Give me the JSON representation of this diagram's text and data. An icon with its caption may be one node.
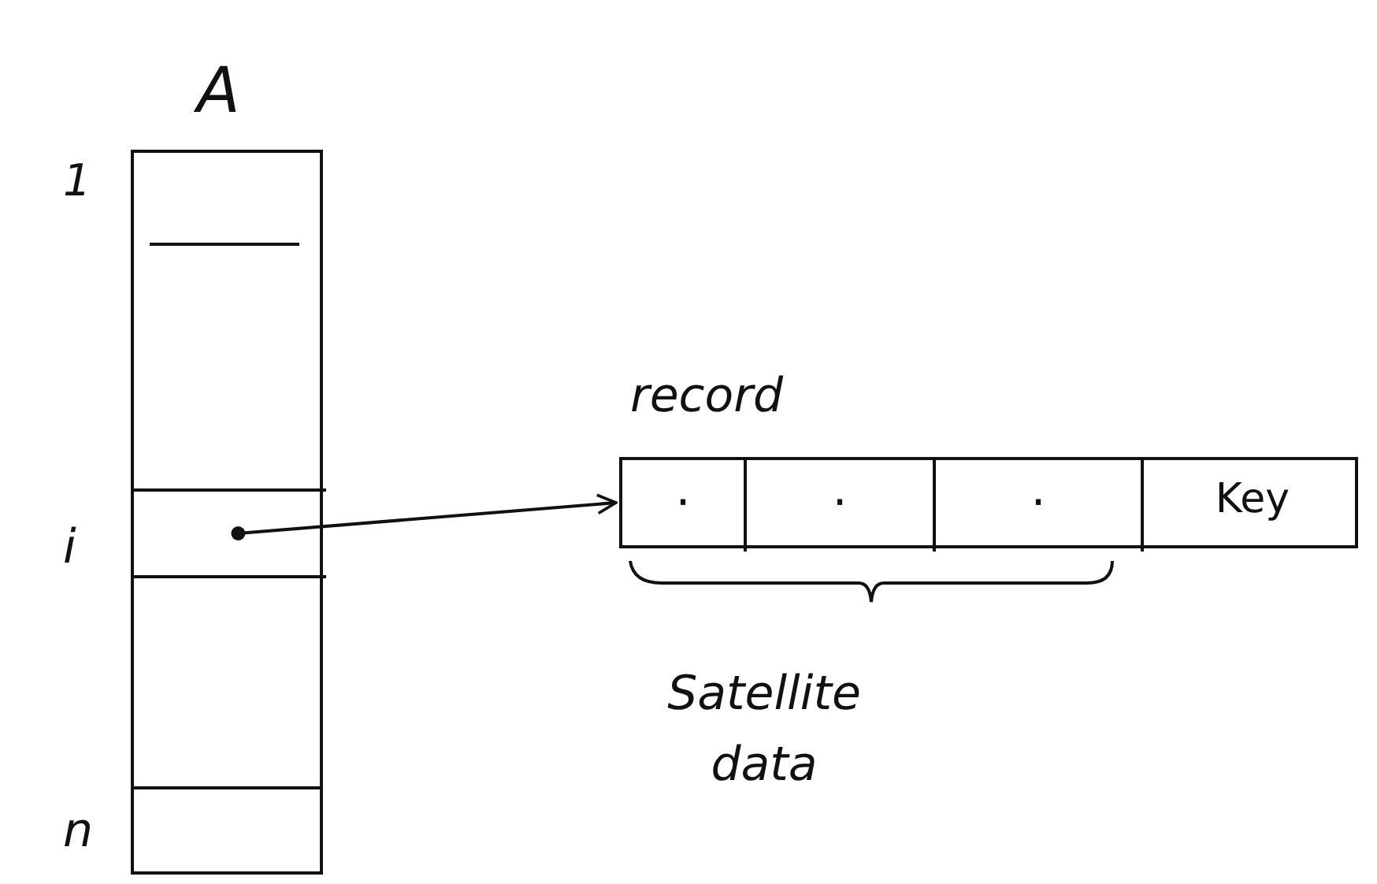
{
  "diagram": {
    "nodes": [
      {
        "text": [
          "A"
        ]
      },
      {
        "text": [],
        "shape": "box",
        "in": 0
      },
      {
        "text": [
          "record"
        ]
      },
      {
        "text": [
          "·"
        ],
        "in": 2
      },
      {
        "text": [
          "·"
        ],
        "in": 2
      },
      {
        "text": [
          "·"
        ],
        "in": 2
      },
      {
        "text": [
          "Key"
        ],
        "in": 2
      }
    ],
    "edges": [
      {
        "from": 1,
        "to": 2,
        "arrow": "to"
      }
    ],
    "labels": [
      "1",
      "i",
      "n",
      "Satellite data"
    ]
  }
}
